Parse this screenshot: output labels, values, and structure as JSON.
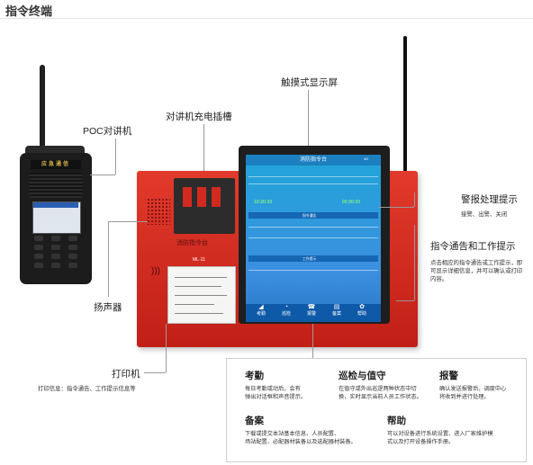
{
  "page": {
    "title": "指令终端"
  },
  "callouts": {
    "poc": "POC对讲机",
    "charger": "对讲机充电插槽",
    "touchscreen": "触摸式显示屏",
    "alarm": {
      "label": "警报处理提示",
      "desc": "接警、出警、关闭"
    },
    "command": {
      "label": "指令通告和工作提示",
      "desc": [
        "点击相应的指令通告或工作提示，即",
        "可显示详细信息，并可以确认或打印",
        "内容。"
      ]
    },
    "speaker": "扬声器",
    "printer": {
      "label": "打印机",
      "desc": "打印信息：指令通告、工作提示信息等"
    }
  },
  "device": {
    "radio_brand": "应急通信",
    "terminal_label": "消防指令台",
    "terminal_model": "ML-11",
    "screen": {
      "title": "消防指令台",
      "signal": "4G",
      "green_left": "10:20:33",
      "green_right": "00:00:03",
      "section_a": "指令通告",
      "section_b": "工作提示",
      "buttons": [
        "考勤",
        "巡检",
        "报警",
        "备案",
        "帮助"
      ]
    }
  },
  "features": [
    {
      "title": "考勤",
      "desc": [
        "每日考勤或动后，会有",
        "弹出对话框和声音提示。"
      ]
    },
    {
      "title": "巡检与值守",
      "desc": [
        "在值守或外出巡逻两种状态中切",
        "换，实时显示当前人员工作状态。"
      ]
    },
    {
      "title": "报警",
      "desc": [
        "确认发送报警后，调度中心",
        "将收到并进行处理。"
      ]
    },
    {
      "title": "备案",
      "desc": [
        "下载或提交本站基本信息、人员配置、",
        "场站配置、必配器材装备以及选配器材装备。"
      ]
    },
    {
      "title": "帮助",
      "desc": [
        "可以对设备进行系统设置、进入厂家维护模",
        "式以及打开设备操作手册。"
      ]
    }
  ],
  "colors": {
    "terminal_red": "#d42a1f",
    "screen_blue": "#2a8fd8"
  }
}
